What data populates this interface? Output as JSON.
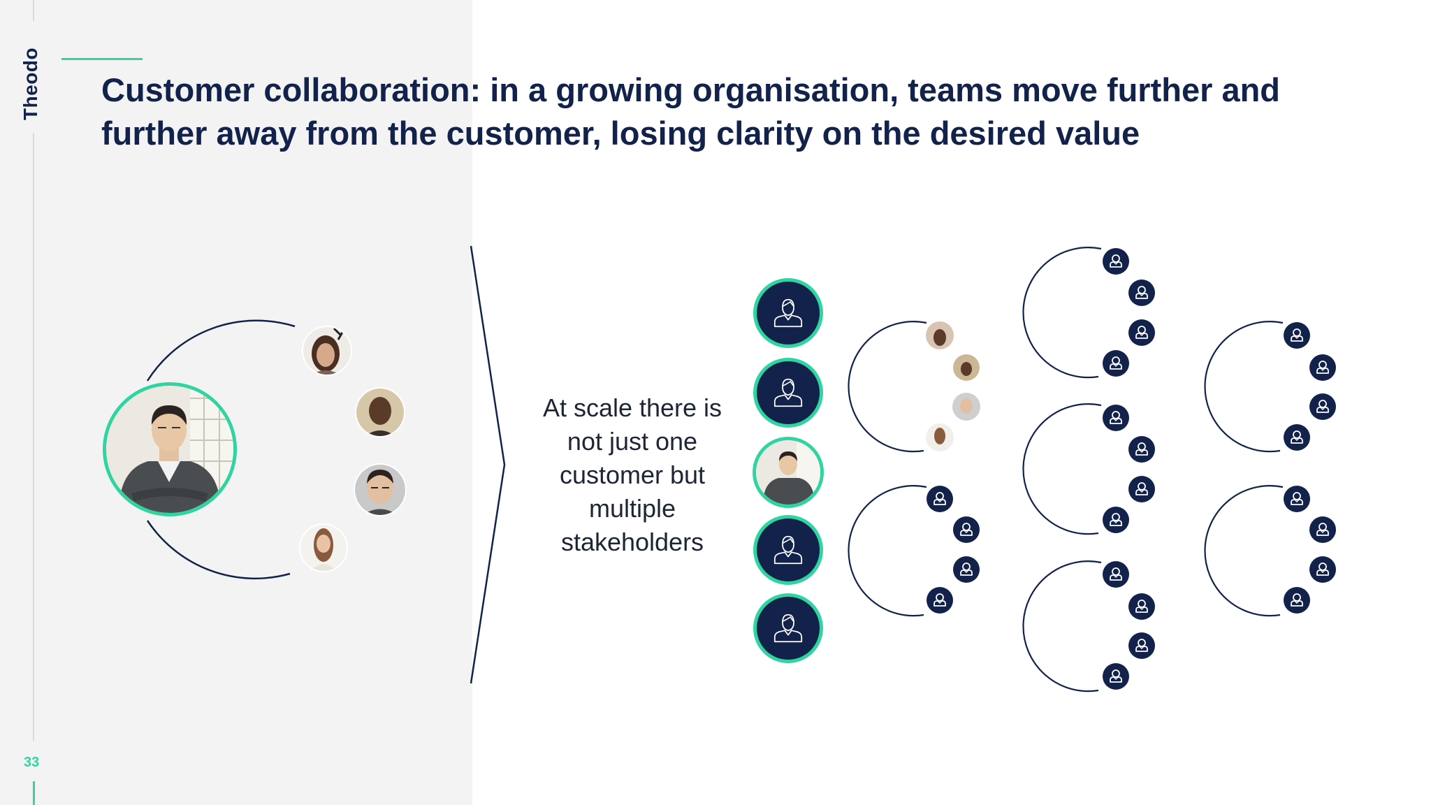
{
  "brand": {
    "name": "Theodo"
  },
  "page": {
    "number": "33"
  },
  "title": "Customer collaboration: in a growing organisation, teams move further and further away from the customer, losing clarity on the desired value",
  "caption": "At scale there is not just one customer but multiple stakeholders",
  "colors": {
    "navy": "#13224a",
    "accent": "#2fd4a0",
    "panel": "#f3f3f3",
    "text": "#1e2535"
  },
  "icons": {
    "stakeholder": "person-icon",
    "customer_photo": "customer-avatar",
    "team_member_photo": "team-member-avatar"
  }
}
